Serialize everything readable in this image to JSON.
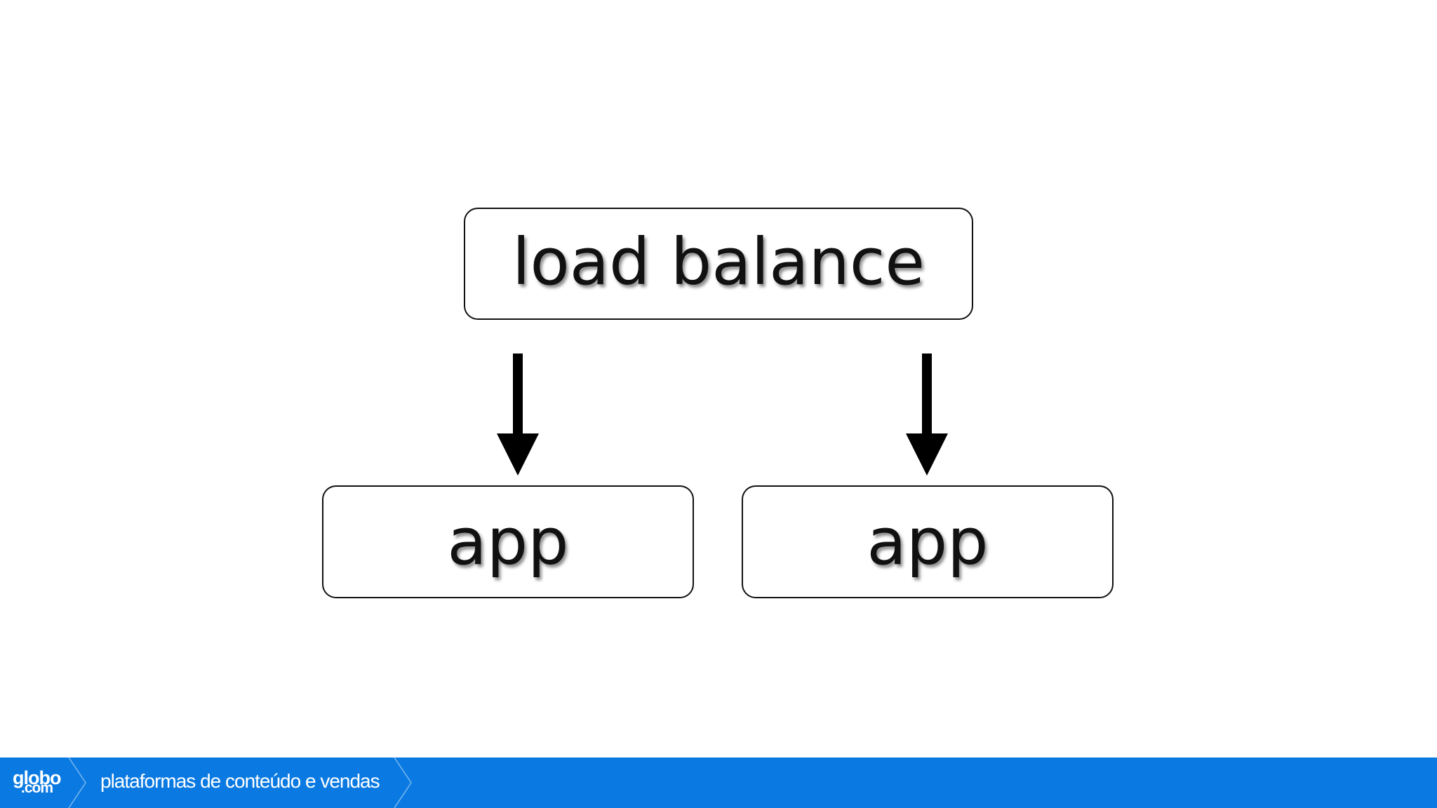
{
  "diagram": {
    "load_balancer": {
      "label": "load balance"
    },
    "apps": [
      {
        "label": "app"
      },
      {
        "label": "app"
      }
    ]
  },
  "footer": {
    "logo": {
      "main": "globo",
      "sub": ".com"
    },
    "tagline": "plataformas de conteúdo e vendas",
    "background_color": "#0a7ae2"
  }
}
